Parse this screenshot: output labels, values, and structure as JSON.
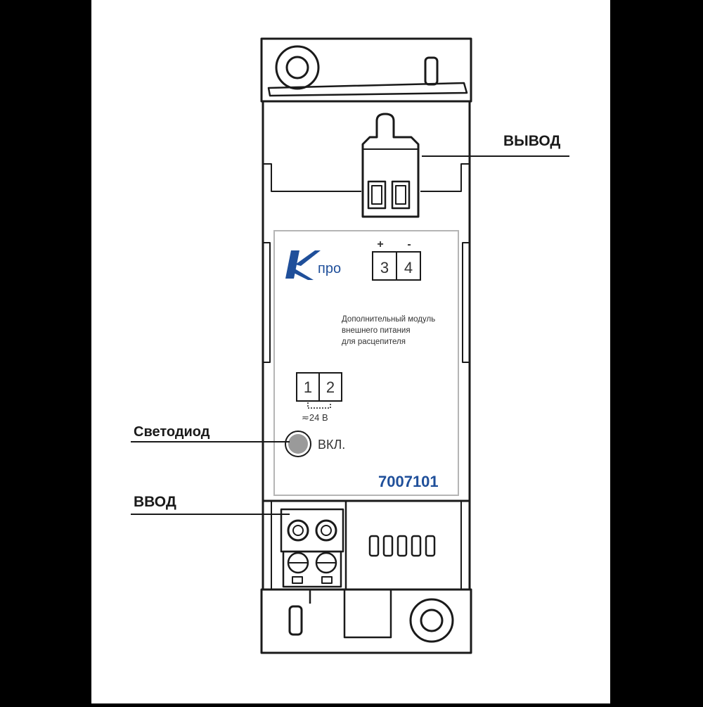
{
  "callouts": {
    "output": "ВЫВОД",
    "led": "Светодиод",
    "input": "ВВОД"
  },
  "label_panel": {
    "brand": "про",
    "description_line1": "Дополнительный модуль",
    "description_line2": "внешнего питания",
    "description_line3": "для расцепителя",
    "terminal_top_plus": "+",
    "terminal_top_minus": "-",
    "terminal_3": "3",
    "terminal_4": "4",
    "terminal_1": "1",
    "terminal_2": "2",
    "voltage": "≂24 В",
    "led_label": "ВКЛ.",
    "article": "7007101"
  },
  "colors": {
    "background": "#000000",
    "canvas": "#ffffff",
    "outline": "#1a1a1a",
    "led": "#9a9a9a",
    "brand_blue": "#1f4f9a"
  }
}
